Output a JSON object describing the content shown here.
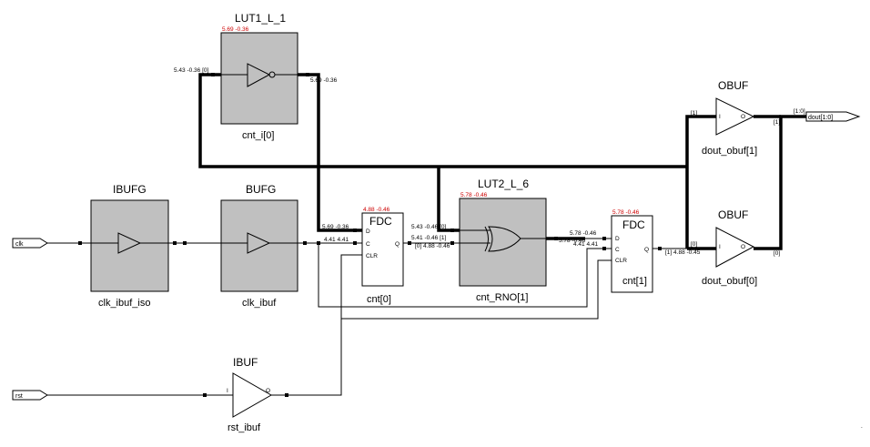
{
  "components": {
    "lut1": {
      "type": "LUT1_L_1",
      "instance": "cnt_i[0]",
      "timing": "5.69 -0.36"
    },
    "ibufg": {
      "type": "IBUFG",
      "instance": "clk_ibuf_iso"
    },
    "bufg": {
      "type": "BUFG",
      "instance": "clk_ibuf"
    },
    "fdc0": {
      "type": "FDC",
      "instance": "cnt[0]",
      "timing": "4.88 -0.46",
      "pins": {
        "d": "D",
        "c": "C",
        "clr": "CLR",
        "q": "Q"
      }
    },
    "lut2": {
      "type": "LUT2_L_6",
      "instance": "cnt_RNO[1]",
      "timing": "5.78 -0.46"
    },
    "fdc1": {
      "type": "FDC",
      "instance": "cnt[1]",
      "timing": "5.78 -0.46",
      "pins": {
        "d": "D",
        "c": "C",
        "clr": "CLR",
        "q": "Q"
      }
    },
    "obuf1": {
      "type": "OBUF",
      "instance": "dout_obuf[1]",
      "pins": {
        "i": "I",
        "o": "O"
      }
    },
    "obuf0": {
      "type": "OBUF",
      "instance": "dout_obuf[0]",
      "pins": {
        "i": "I",
        "o": "O"
      }
    },
    "ibuf": {
      "type": "IBUF",
      "instance": "rst_ibuf",
      "pins": {
        "i": "I",
        "o": "O"
      }
    }
  },
  "ports": {
    "clk": "clk",
    "rst": "rst",
    "dout": "dout[1:0]"
  },
  "net_labels": {
    "lut1_in": "5.43 -0.36 [0]",
    "lut1_out": "5.69 -0.36",
    "fdc0_d": "5.69 -0.36",
    "fdc0_c": "4.41 4.41",
    "lut2_in0": "5.43 -0.46 [0]",
    "lut2_in1": "5.41 -0.46 [1]",
    "fdc0_q": "[0] 4.88 -0.46",
    "fdc1_d": "5.78 -0.46",
    "fdc1_c_a": "5.78 -0.46",
    "fdc1_c_b": "4.41 4.41",
    "fdc1_q": "[1] 4.88 -0.45",
    "bit0": "[0]",
    "bit1": "[1]",
    "obuf1_out": "[1]",
    "obuf0_out": "[0]",
    "dout_bus": "[1:0]"
  },
  "corner_mark": "."
}
